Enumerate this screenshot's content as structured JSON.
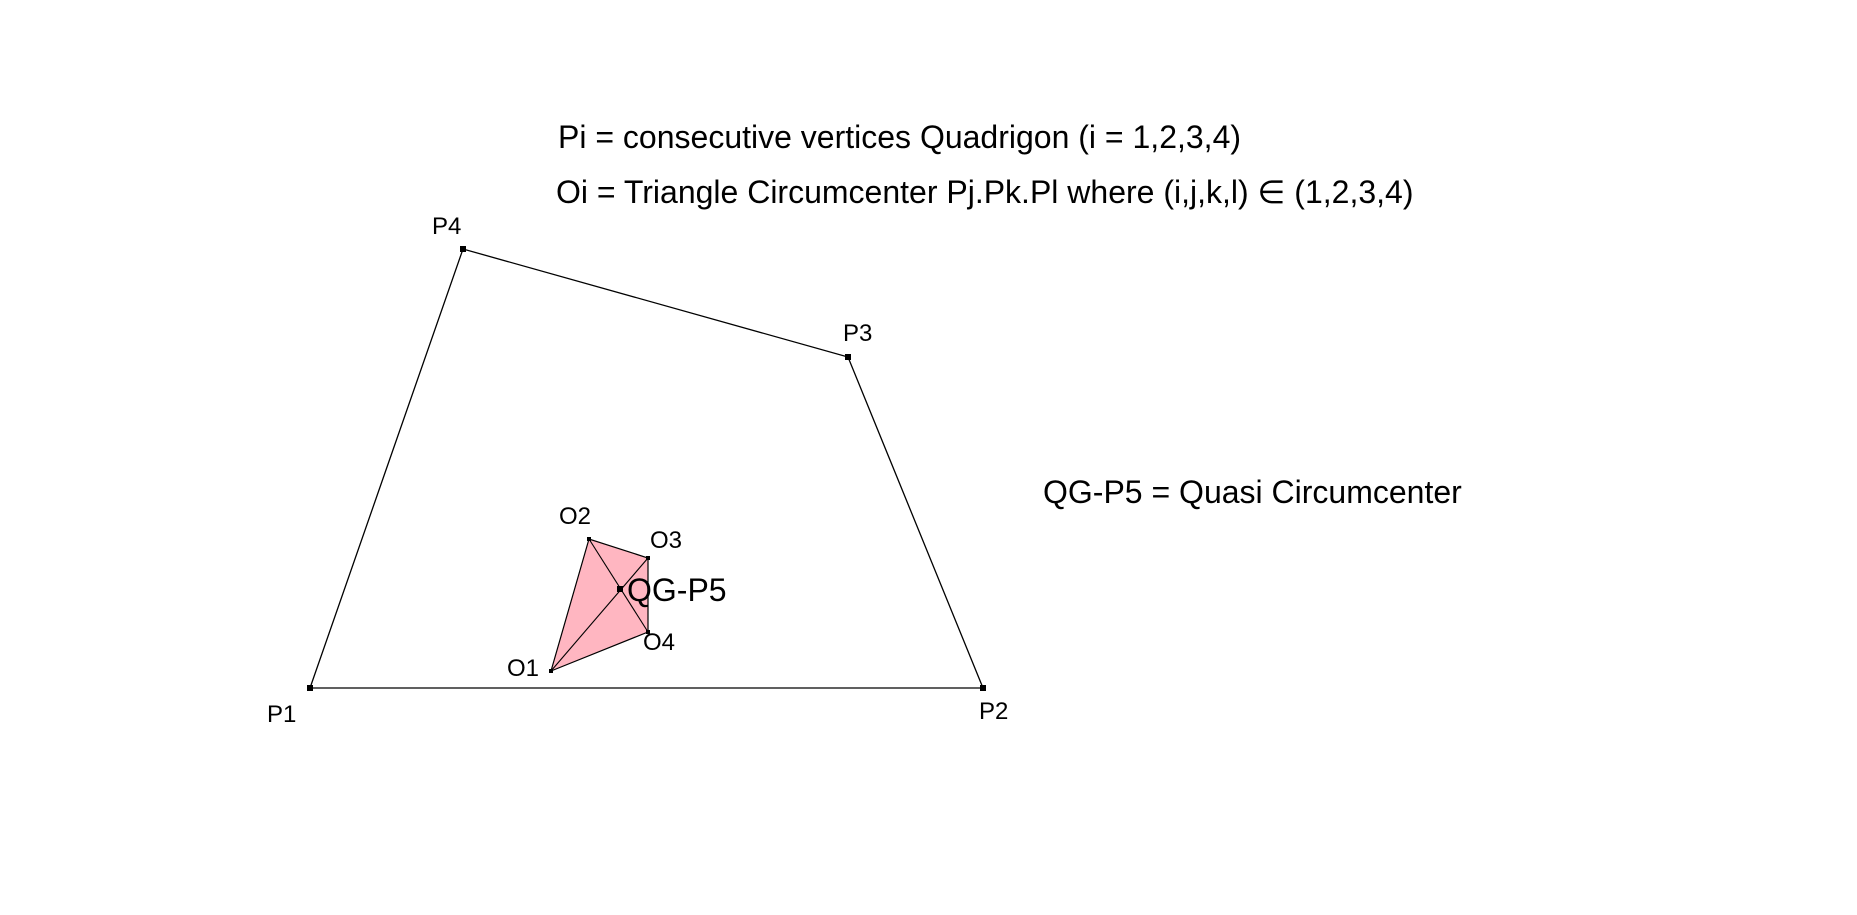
{
  "captions": {
    "line1": "Pi = consecutive vertices Quadrigon (i = 1,2,3,4)",
    "line2": "Oi = Triangle Circumcenter Pj.Pk.Pl where  (i,j,k,l) ∈ (1,2,3,4)",
    "line3": "QG-P5 = Quasi Circumcenter"
  },
  "labels": {
    "P1": "P1",
    "P2": "P2",
    "P3": "P3",
    "P4": "P4",
    "O1": "O1",
    "O2": "O2",
    "O3": "O3",
    "O4": "O4",
    "QG": "QG-P5"
  },
  "colors": {
    "fill": "#ffb6c1",
    "stroke": "#000000",
    "background": "#ffffff"
  }
}
